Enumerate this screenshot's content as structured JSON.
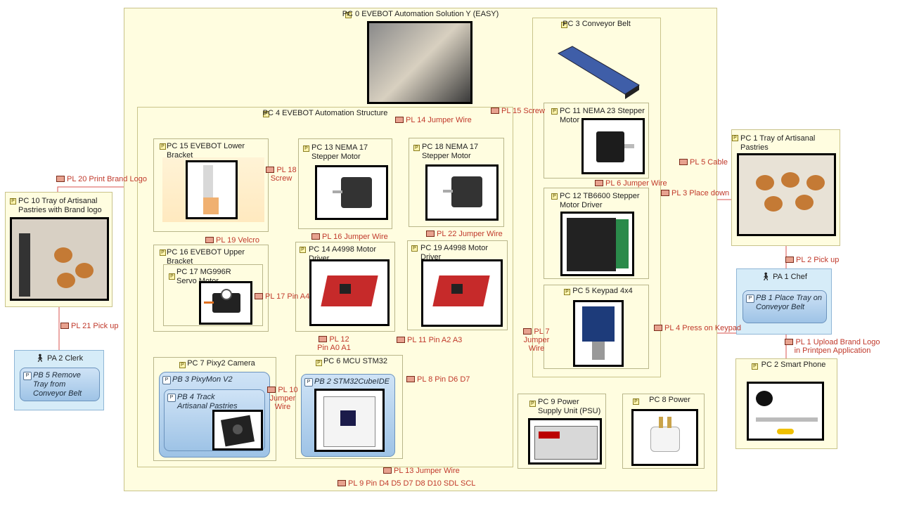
{
  "boxes": {
    "pc0": "PC 0 EVEBOT Automation Solution Y (EASY)",
    "pc1": "PC 1 Tray of Artisanal Pastries",
    "pc2": "PC 2 Smart Phone",
    "pc3": "PC 3 Conveyor Belt",
    "pc4": "PC 4 EVEBOT Automation Structure",
    "pc5": "PC 5 Keypad 4x4",
    "pc6": "PC 6 MCU STM32",
    "pc7": "PC 7 Pixy2 Camera",
    "pc8": "PC 8 Power",
    "pc9": "PC 9 Power Supply Unit (PSU)",
    "pc10": "PC 10 Tray of Artisanal Pastries with Brand logo",
    "pc11": "PC 11 NEMA 23 Stepper Motor",
    "pc12": "PC 12 TB6600 Stepper Motor Driver",
    "pc13": "PC 13 NEMA 17 Stepper Motor",
    "pc14": "PC 14 A4998 Motor Driver",
    "pc15": "PC 15 EVEBOT Lower Bracket",
    "pc16": "PC 16 EVEBOT Upper Bracket",
    "pc17": "PC 17 MG996R Servo Motor",
    "pc18": "PC 18 NEMA 17 Stepper Motor",
    "pc19": "PC 19 A4998 Motor Driver"
  },
  "actors": {
    "pa1": "PA 1 Chef",
    "pa2": "PA 2 Clerk"
  },
  "behaviours": {
    "pb1": "PB 1 Place Tray on Conveyor Belt",
    "pb2": "PB 2 STM32CubeIDE",
    "pb3": "PB 3 PixyMon V2",
    "pb4": "PB 4 Track Artisanal Pastries",
    "pb5": "PB 5 Remove Tray from Conveyor Belt"
  },
  "links": {
    "pl1": "PL 1 Upload Brand Logo in Printpen Application",
    "pl2": "PL 2 Pick up",
    "pl3": "PL 3 Place down",
    "pl4": "PL 4 Press on Keypad",
    "pl5": "PL 5 Cable",
    "pl6": "PL 6 Jumper Wire",
    "pl7": "PL 7 Jumper Wire",
    "pl8": "PL 8 Pin D6 D7",
    "pl9": "PL 9 Pin D4 D5 D7 D8 D10 SDL SCL",
    "pl10": "PL 10 Jumper Wire",
    "pl11": "PL 11 Pin A2 A3",
    "pl12": "PL 12 Pin A0 A1",
    "pl13": "PL 13 Jumper Wire",
    "pl14": "PL 14 Jumper Wire",
    "pl15": "PL 15 Screw",
    "pl16": "PL 16 Jumper Wire",
    "pl17": "PL 17 Pin A4",
    "pl18": "PL 18 Screw",
    "pl19": "PL 19 Velcro",
    "pl20": "PL 20 Print Brand Logo",
    "pl21": "PL 21 Pick up",
    "pl22": "PL 22 Jumper Wire"
  },
  "colors": {
    "component_fill": "#fffde0",
    "actor_fill": "#d6ecf8",
    "behaviour_fill": "#b3d2ef",
    "link_color": "#c0392b"
  },
  "icons": {
    "component": "component-icon",
    "actor": "stick-figure-icon",
    "behaviour": "behaviour-icon",
    "link": "link-icon"
  }
}
